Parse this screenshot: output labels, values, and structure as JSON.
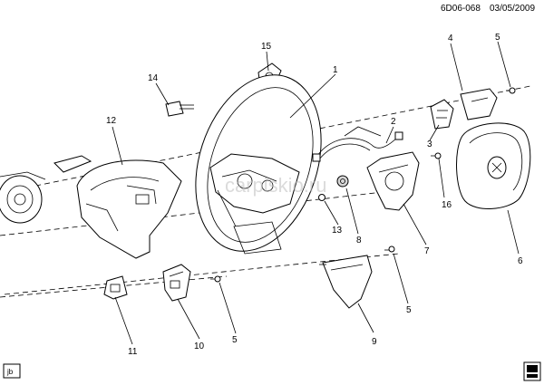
{
  "header": {
    "code": "6D06-068",
    "date": "03/05/2009"
  },
  "callouts": {
    "c1": "1",
    "c2": "2",
    "c3": "3",
    "c4": "4",
    "c5a": "5",
    "c5b": "5",
    "c5c": "5",
    "c6": "6",
    "c7": "7",
    "c8": "8",
    "c9": "9",
    "c10": "10",
    "c11": "11",
    "c12": "12",
    "c13": "13",
    "c14": "14",
    "c15": "15",
    "c16": "16"
  },
  "watermark": "carpiskio.ru",
  "footer": {
    "left_tag": "jb"
  }
}
